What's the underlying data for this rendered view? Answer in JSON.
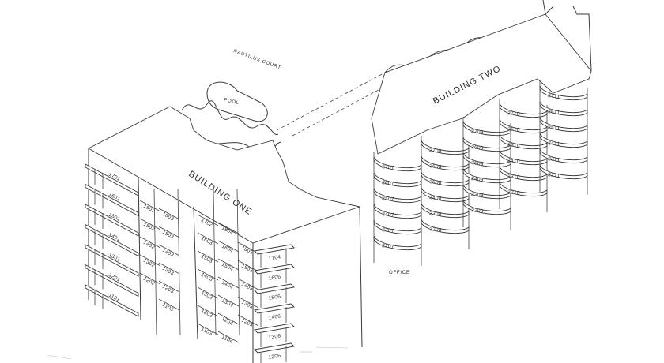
{
  "labels": {
    "complex_name": "NAUTILUS COURT",
    "pool": "POOL",
    "building_one": "BUILDING ONE",
    "building_two": "BUILDING TWO",
    "office": "OFFICE"
  },
  "building_one": {
    "left_units": [
      "1701",
      "1601",
      "1501",
      "1401",
      "1301",
      "1201",
      "1101"
    ],
    "col_a": [
      "1602",
      "1502",
      "1402",
      "1302",
      "1202"
    ],
    "col_b": [
      "1603",
      "1503",
      "1403",
      "1303",
      "1203",
      "1103"
    ],
    "col_c": [
      "1702",
      "1603",
      "1503",
      "1403",
      "1303",
      "1203",
      "1103"
    ],
    "col_d": [
      "1804",
      "1604",
      "1504",
      "1404",
      "1304",
      "1204",
      "1104"
    ],
    "col_e": [
      "1805",
      "1505",
      "1405",
      "1305",
      "1205"
    ],
    "right_units": [
      "1704",
      "1606",
      "1506",
      "1406",
      "1306",
      "1206"
    ]
  },
  "building_two": {
    "col1": [
      "2707",
      "2607",
      "2507",
      "2407",
      "2307",
      "2207"
    ],
    "col2": [
      "2708",
      "2608",
      "2508",
      "2408",
      "2308",
      "2208"
    ],
    "col3": [
      "2709",
      "2609",
      "2509",
      "2409",
      "2309",
      "2209"
    ],
    "col4": [
      "2710",
      "2610",
      "2510",
      "2410",
      "2310",
      "2210"
    ],
    "col5": [
      "2711",
      "2611",
      "2511",
      "2411",
      "2311",
      "2211"
    ]
  }
}
